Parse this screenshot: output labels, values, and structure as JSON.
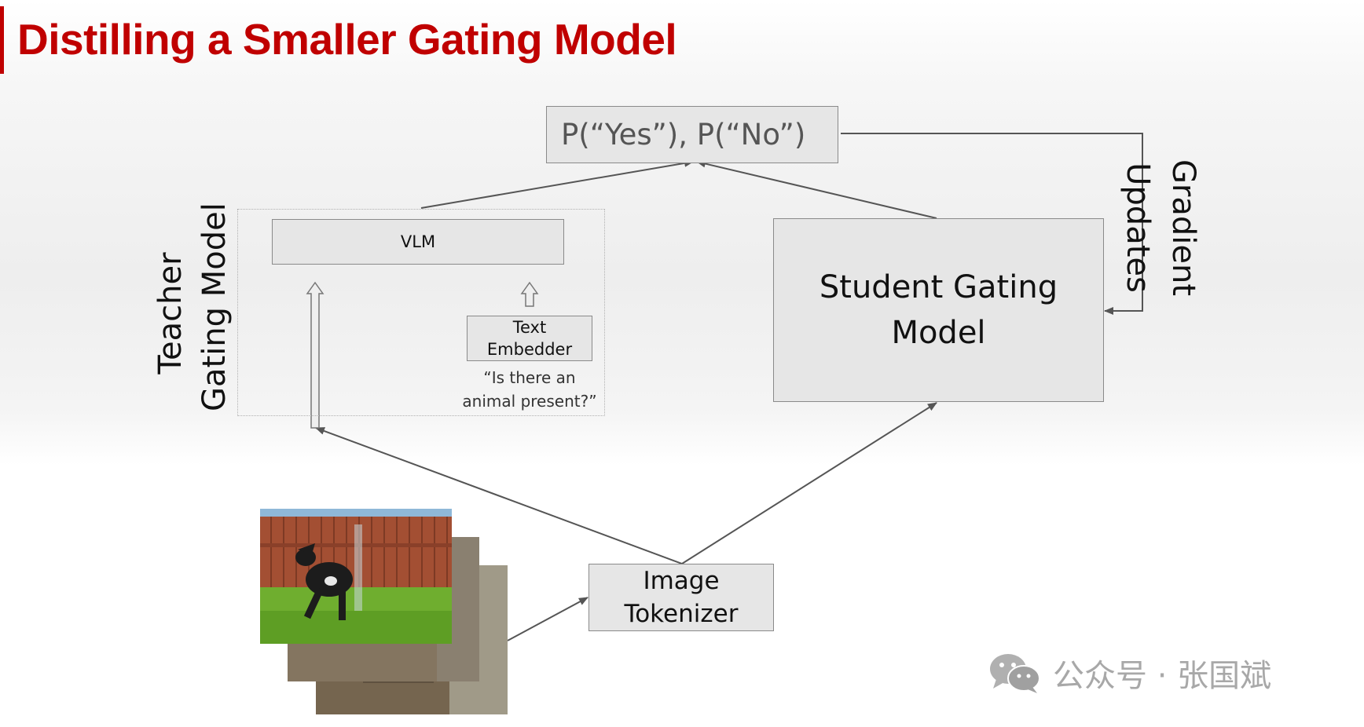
{
  "slide": {
    "title": "Distilling a Smaller Gating Model",
    "accent_color": "#c00000"
  },
  "diagram": {
    "output_box": "P(“Yes”), P(“No”)",
    "vlm_box": "VLM",
    "text_embedder": [
      "Text",
      "Embedder"
    ],
    "question": [
      "“Is there an",
      "animal present?”"
    ],
    "teacher_label": [
      "Teacher",
      "Gating Model"
    ],
    "student_box": [
      "Student Gating",
      "Model"
    ],
    "gradient_label": [
      "Gradient",
      "Updates"
    ],
    "tokenizer_box": [
      "Image",
      "Tokenizer"
    ],
    "input_images": "image-stack"
  },
  "watermark": {
    "icon": "wechat-icon",
    "text": "公众号 · 张国斌"
  }
}
